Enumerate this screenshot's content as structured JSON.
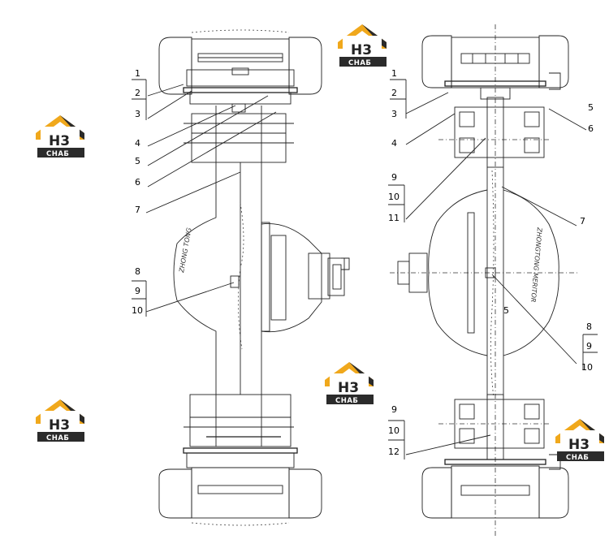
{
  "left_view": {
    "callouts": [
      "1",
      "2",
      "3",
      "4",
      "5",
      "6",
      "7",
      "8",
      "9",
      "10"
    ],
    "housing_text": "ZHONG TONG"
  },
  "right_view": {
    "callouts": [
      "1",
      "2",
      "3",
      "4",
      "5",
      "6",
      "9",
      "10",
      "11",
      "7",
      "8",
      "9",
      "10",
      "9",
      "10",
      "12"
    ],
    "housing_text": "ZHONGTONG MERITOR",
    "center_mark": "5"
  },
  "watermark": {
    "icon_letters": "H3",
    "caption": "CHAБ"
  },
  "colors": {
    "watermark_orange": "#f0a81c",
    "watermark_dark": "#2b2b2b",
    "line": "#222222"
  }
}
